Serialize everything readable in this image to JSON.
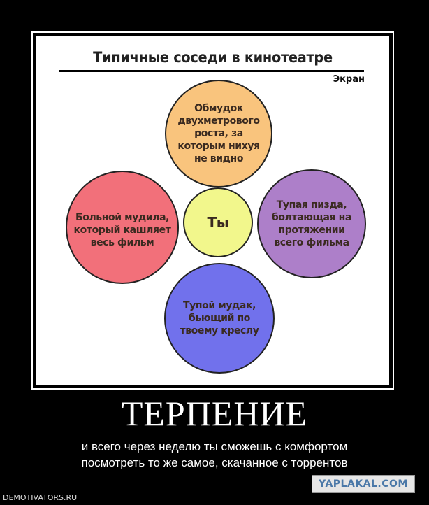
{
  "poster": {
    "headline": "ТЕРПЕНИЕ",
    "caption_line1": "и всего через неделю ты сможешь с комфортом",
    "caption_line2": "посмотреть то же самое, скачанное с торрентов"
  },
  "diagram": {
    "title": "Типичные соседи в кинотеатре",
    "screen_label": "Экран",
    "center": "Ты",
    "top": "Обмудок двухметрового роста, за которым нихуя не видно",
    "left": "Больной мудила, который кашляет весь фильм",
    "right": "Тупая пизда, болтающая на протяжении всего фильма",
    "bottom": "Тупой мудак, бьющий по твоему креслу"
  },
  "colors": {
    "top": "#f9c47d",
    "left": "#f2707a",
    "center": "#f2f78c",
    "right": "#ad7fc9",
    "bottom": "#7171ec"
  },
  "watermarks": {
    "left": "DEMOTIVATORS.RU",
    "right": "YAPLAKAL.COM"
  }
}
